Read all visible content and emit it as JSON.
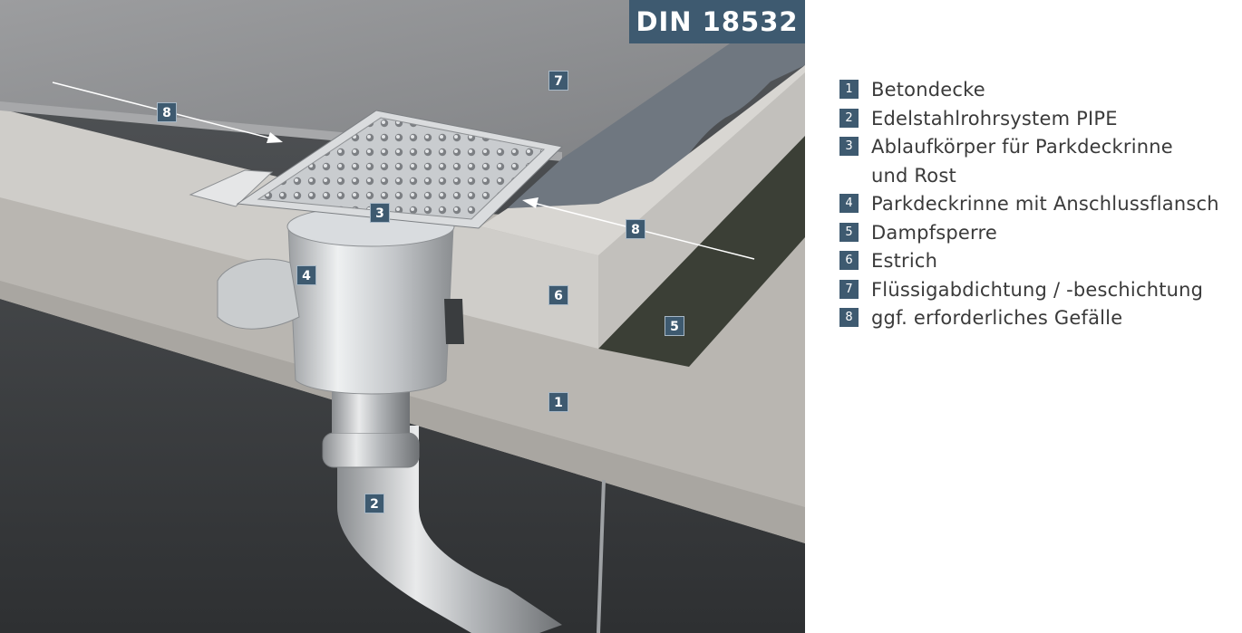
{
  "standard_badge": "DIN 18532",
  "illustration_markers": [
    {
      "num": "1"
    },
    {
      "num": "2"
    },
    {
      "num": "3"
    },
    {
      "num": "4"
    },
    {
      "num": "5"
    },
    {
      "num": "6"
    },
    {
      "num": "7"
    },
    {
      "num": "8"
    },
    {
      "num": "8"
    }
  ],
  "legend": [
    {
      "num": "1",
      "text": "Betondecke"
    },
    {
      "num": "2",
      "text": "Edelstahlrohrsystem PIPE"
    },
    {
      "num": "3",
      "text": "Ablaufkörper für Parkdeckrinne\nund Rost"
    },
    {
      "num": "4",
      "text": "Parkdeckrinne mit Anschlussflansch"
    },
    {
      "num": "5",
      "text": "Dampfsperre"
    },
    {
      "num": "6",
      "text": "Estrich"
    },
    {
      "num": "7",
      "text": "Flüssigabdichtung / -beschichtung"
    },
    {
      "num": "8",
      "text": "ggf. erforderliches Gefälle"
    }
  ],
  "colors": {
    "marker_fill": "#3e5a70",
    "legend_text": "#3a3a3a",
    "concrete": "#b9b6b1",
    "screed": "#cfcdc9",
    "coating": "#8e8f91",
    "vapor_barrier": "#3b3f36",
    "membrane": "#6f7780",
    "background_dark": "#3f4143"
  }
}
